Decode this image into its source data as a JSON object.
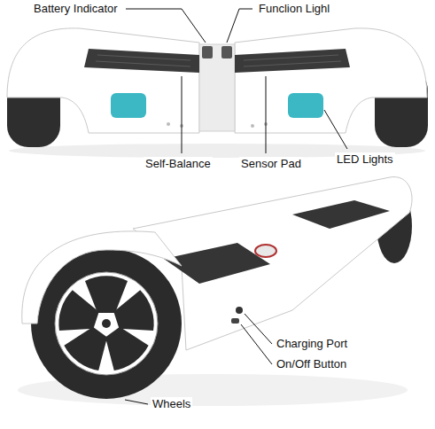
{
  "diagram": {
    "labels": [
      "Battery Indicator",
      "Funclion Lighl",
      "Self-Balance",
      "Sensor Pad",
      "LED Lights",
      "Charging Port",
      "On/Off Button",
      "Wheels"
    ]
  }
}
